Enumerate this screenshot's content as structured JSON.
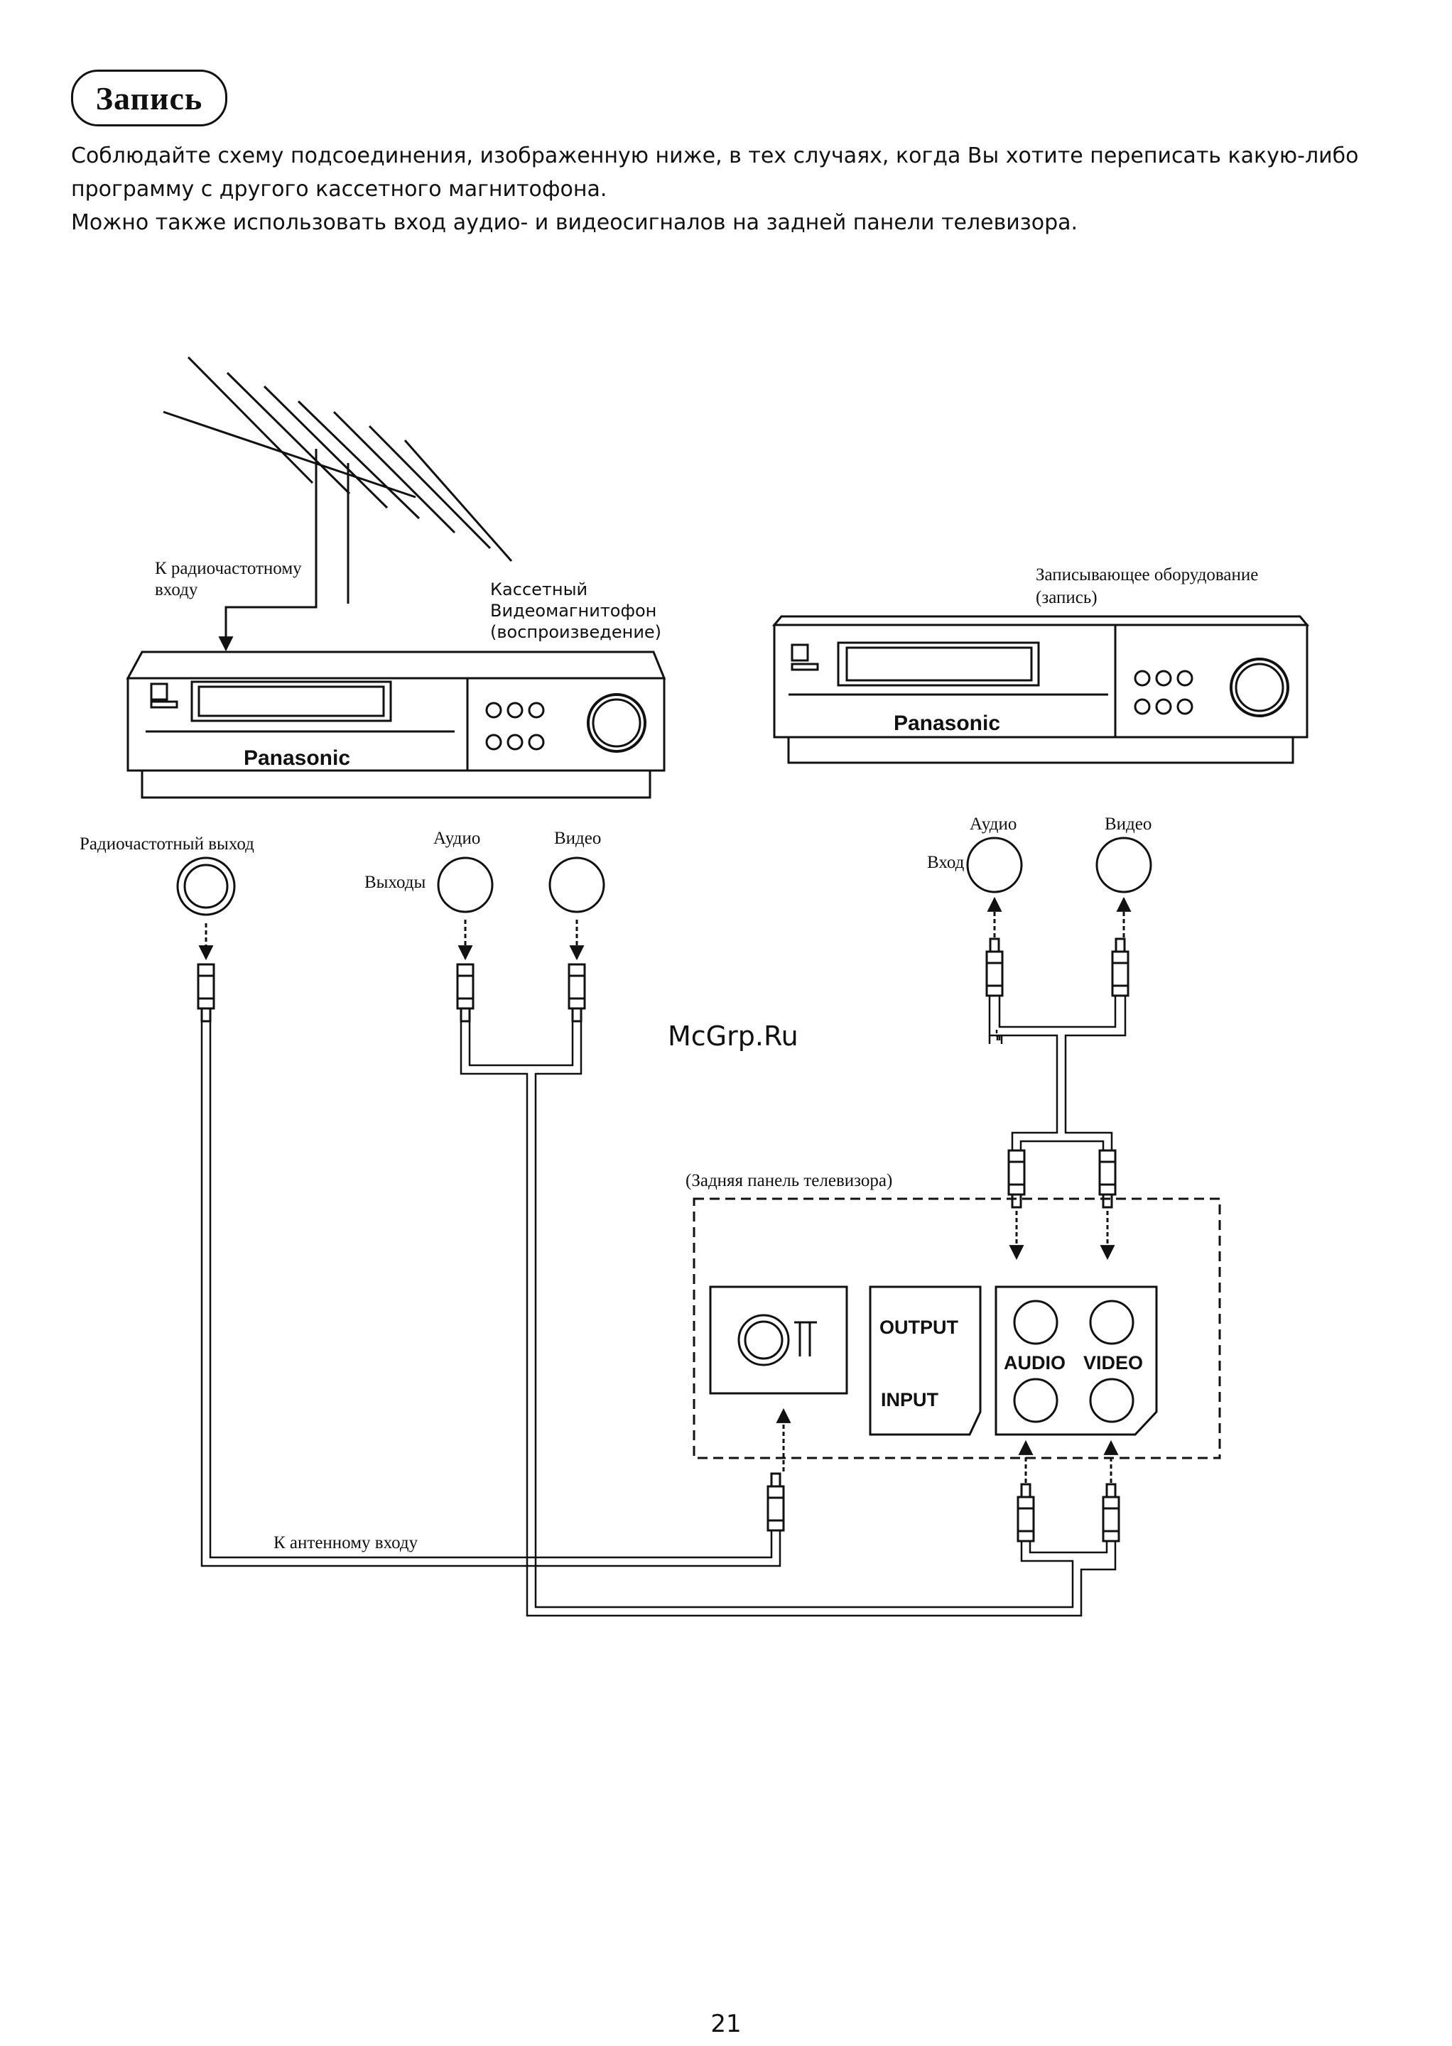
{
  "title": "Запись",
  "intro": {
    "line1": "Соблюдайте схему подсоединения, изображенную ниже, в тех случаях, когда Вы хотите переписать какую-либо",
    "line2": "программу с другого кассетного магнитофона.",
    "line3": "Можно также использовать вход аудио- и видеосигналов на задней панели телевизора."
  },
  "diagram": {
    "antenna_label_1": "К радиочастотному",
    "antenna_label_2": "входу",
    "vcr_play_label_1": "Кассетный",
    "vcr_play_label_2": "Видеомагнитофон",
    "vcr_play_label_3": "(воспроизведение)",
    "vcr_rec_label_1": "Записывающее оборудование",
    "vcr_rec_label_2": "(запись)",
    "brand": "Panasonic",
    "rf_out_label": "Радиочастотный выход",
    "out_audio_label": "Аудио",
    "out_video_label": "Видео",
    "outputs_label": "Выходы",
    "in_audio_label": "Аудио",
    "in_video_label": "Видео",
    "input_label": "Вход",
    "watermark": "McGrp.Ru",
    "tv_panel_label": "(Задняя панель телевизора)",
    "tv_output": "OUTPUT",
    "tv_input": "INPUT",
    "tv_audio": "AUDIO",
    "tv_video": "VIDEO",
    "antenna_input_label": "К антенному входу"
  },
  "page_number": "21"
}
